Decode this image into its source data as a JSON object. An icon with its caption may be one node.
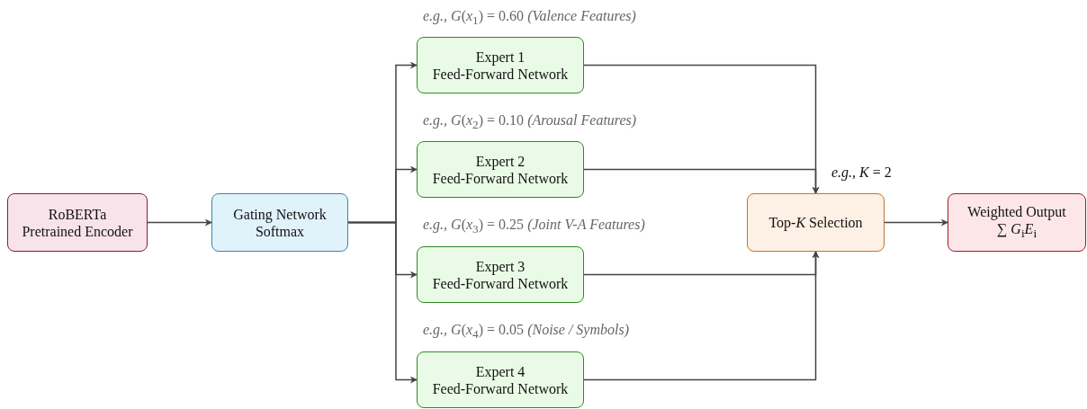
{
  "diagram": {
    "nodes": [
      {
        "text": [
          "RoBERTa",
          "Pretrained Encoder"
        ]
      },
      {
        "text": [
          "Gating Network",
          "Softmax"
        ]
      },
      {
        "text": [
          "Expert 1",
          "Feed-Forward Network"
        ],
        "beside": [
          "*e.g., G*(*x*$_{1}$) = 0.60 *(Valence Features)*"
        ]
      },
      {
        "text": [
          "Expert 2",
          "Feed-Forward Network"
        ],
        "beside": [
          "*e.g., G*(*x*$_{2}$) = 0.10 *(Arousal Features)*"
        ]
      },
      {
        "text": [
          "Expert 3",
          "Feed-Forward Network"
        ],
        "beside": [
          "*e.g., G*(*x*$_{3}$) = 0.25 *(Joint V-A Features)*"
        ]
      },
      {
        "text": [
          "Expert 4",
          "Feed-Forward Network"
        ],
        "beside": [
          "*e.g., G*(*x*$_{4}$) = 0.05 *(Noise / Symbols)*"
        ]
      },
      {
        "text": [
          "Top-*K* Selection"
        ],
        "beside": [
          "*e.g., K* = 2"
        ]
      },
      {
        "text": [
          "Weighted Output",
          "∑ *G*$_{i}$*E*$_{i}$"
        ]
      }
    ],
    "edges": [
      {
        "from": 0,
        "to": 1,
        "arrow": "to"
      },
      {
        "from": 1,
        "to": 2,
        "arrow": "to"
      },
      {
        "from": 1,
        "to": 3,
        "arrow": "to"
      },
      {
        "from": 1,
        "to": 4,
        "arrow": "to"
      },
      {
        "from": 1,
        "to": 5,
        "arrow": "to"
      },
      {
        "from": 2,
        "to": 6,
        "arrow": "to"
      },
      {
        "from": 3,
        "to": 6,
        "arrow": "to"
      },
      {
        "from": 4,
        "to": 6,
        "arrow": "to"
      },
      {
        "from": 5,
        "to": 6,
        "arrow": "to"
      },
      {
        "from": 6,
        "to": 7,
        "arrow": "to"
      }
    ]
  }
}
